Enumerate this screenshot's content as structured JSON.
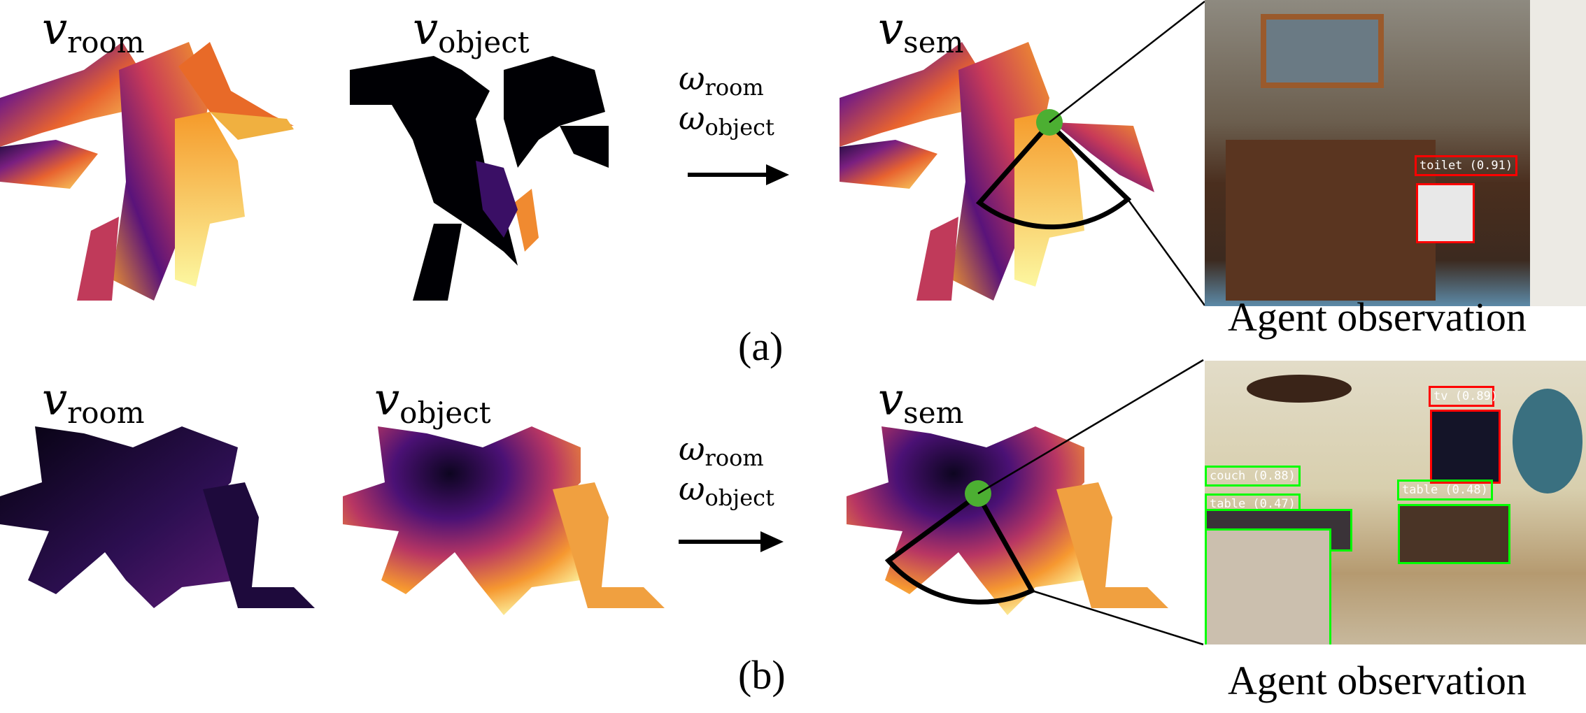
{
  "row_a": {
    "label_room": {
      "v": "v",
      "sub": "room"
    },
    "label_object": {
      "v": "v",
      "sub": "object"
    },
    "label_sem": {
      "v": "v",
      "sub": "sem"
    },
    "weights": [
      {
        "w": "ω",
        "sub": "room"
      },
      {
        "w": "ω",
        "sub": "object"
      }
    ],
    "caption": "(a)",
    "observation_caption": "Agent observation",
    "detections": [
      {
        "label": "toilet (0.91)",
        "color": "#ff0000"
      }
    ]
  },
  "row_b": {
    "label_room": {
      "v": "v",
      "sub": "room"
    },
    "label_object": {
      "v": "v",
      "sub": "object"
    },
    "label_sem": {
      "v": "v",
      "sub": "sem"
    },
    "weights": [
      {
        "w": "ω",
        "sub": "room"
      },
      {
        "w": "ω",
        "sub": "object"
      }
    ],
    "caption": "(b)",
    "observation_caption": "Agent observation",
    "detections": [
      {
        "label": "tv (0.89)",
        "color": "#ff0000"
      },
      {
        "label": "couch (0.88)",
        "color": "#00ff00"
      },
      {
        "label": "table (0.48)",
        "color": "#00ff00"
      },
      {
        "label": "table (0.47)",
        "color": "#00ff00"
      }
    ]
  },
  "colors": {
    "agent": "#4caf32",
    "colormap": [
      "#000004",
      "#3b0f70",
      "#8c2981",
      "#de4968",
      "#fe9f6d",
      "#fcfdbf"
    ]
  }
}
